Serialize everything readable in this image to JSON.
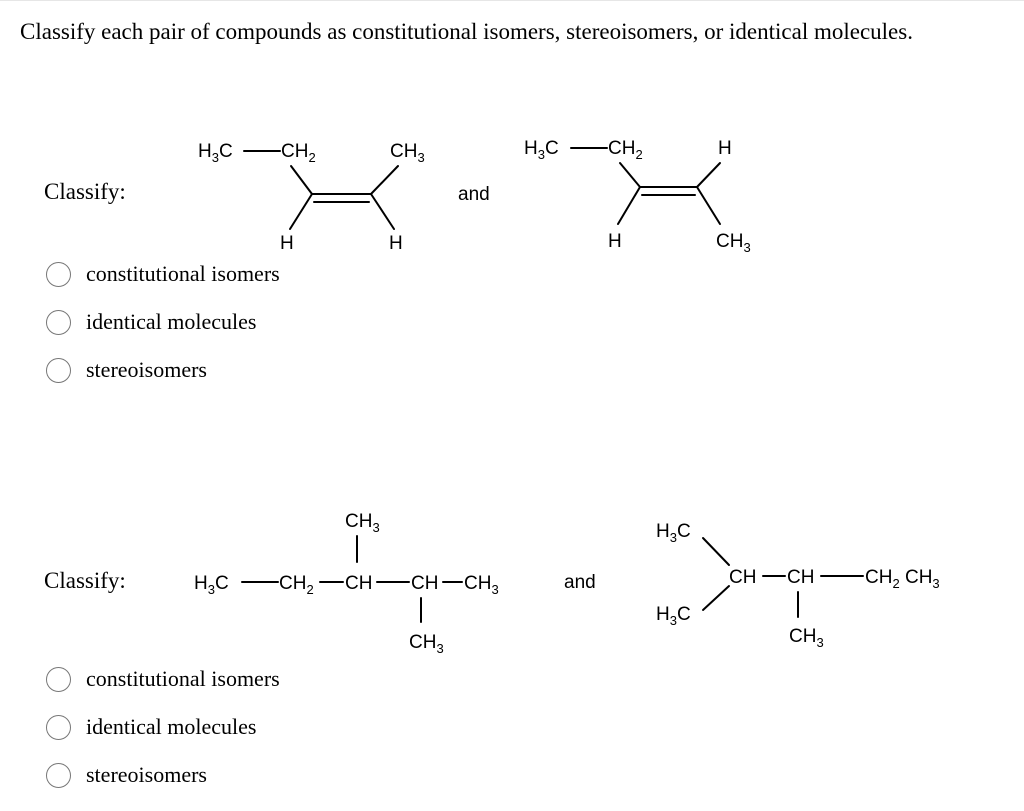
{
  "instruction": "Classify each pair of compounds as constitutional isomers, stereoisomers, or identical molecules.",
  "questions": [
    {
      "classify_label": "Classify:",
      "connector": "and",
      "options": [
        "constitutional isomers",
        "identical molecules",
        "stereoisomers"
      ],
      "molecule_a": {
        "left_top": "H3C—CH2",
        "right_top": "CH3",
        "left_bottom": "H",
        "right_bottom": "H"
      },
      "molecule_b": {
        "left_top": "H3C—CH2",
        "right_top": "H",
        "left_bottom": "H",
        "right_bottom": "CH3"
      }
    },
    {
      "classify_label": "Classify:",
      "connector": "and",
      "options": [
        "constitutional isomers",
        "identical molecules",
        "stereoisomers"
      ],
      "molecule_a": {
        "main_chain": "H3C—CH2—CH—CH—CH3",
        "branch_top": "CH3",
        "branch_bottom": "CH3"
      },
      "molecule_b": {
        "branch_top": "H3C",
        "branch_bottom": "H3C",
        "main_chain": "CH—CH—CH2 CH3",
        "branch_lower": "CH3"
      }
    }
  ]
}
